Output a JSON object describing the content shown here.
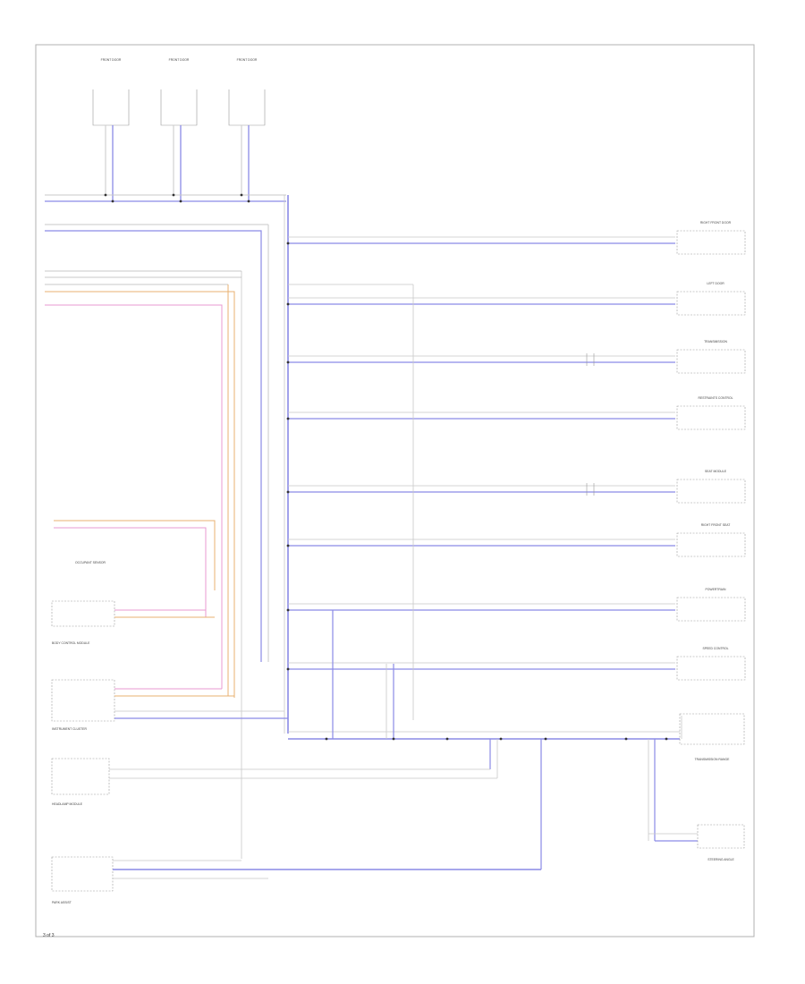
{
  "diagram": {
    "top_modules": [
      "FRONT DOOR",
      "FRONT DOOR",
      "FRONT DOOR"
    ],
    "right_modules": [
      "RIGHT FRONT DOOR",
      "LEFT DOOR",
      "TRANSMISSION",
      "RESTRAINTS CONTROL",
      "SEAT MODULE",
      "RIGHT FRONT SEAT",
      "POWERTRAIN",
      "SPEED CONTROL",
      "TRANSMISSION RANGE",
      "STEERING ANGLE"
    ],
    "left_modules": [
      "OCCUPANT SENSOR",
      "BODY CONTROL MODULE",
      "INSTRUMENT CLUSTER",
      "HEADLAMP MODULE",
      "PARK ASSIST"
    ],
    "wire_colors": {
      "blue": "#8a8ae6",
      "pink": "#e89ad0",
      "orange": "#e8b070",
      "gray": "#c8c8c8",
      "dark": "#555555"
    },
    "page_number": "3 of 3"
  }
}
